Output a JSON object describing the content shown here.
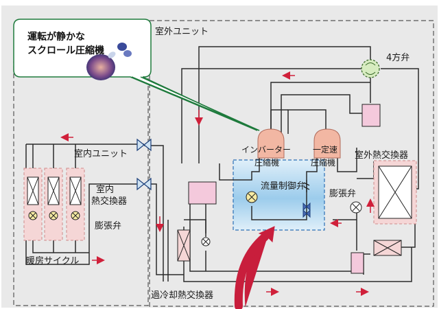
{
  "labels": {
    "callout_line1": "運転が静かな",
    "callout_line2": "スクロール圧縮機",
    "outdoor_unit": "室外ユニット",
    "four_way_valve": "4方弁",
    "indoor_unit": "室内ユニット",
    "indoor_hx_line1": "室内",
    "indoor_hx_line2": "熱交換器",
    "indoor_expansion_valve": "膨張弁",
    "heating_cycle": "暖房サイクル",
    "inverter_comp_line1": "インバーター",
    "inverter_comp_line2": "圧縮機",
    "fixed_comp_line1": "一定速",
    "fixed_comp_line2": "圧縮機",
    "flow_control_valve": "流量制御弁",
    "outdoor_hx": "室外熱交換器",
    "outdoor_expansion_valve": "膨張弁",
    "subcool_hx": "過冷却熱交換器"
  },
  "colors": {
    "background": "#e9e9e9",
    "callout_fill": "#ffffff",
    "callout_border": "#1e7a3c",
    "pipe": "#2a2a2a",
    "dashed_boundary": "#555555",
    "compressor_fill": "#f2b7a3",
    "component_pink": "#f4c9dc",
    "indoor_hx_fill": "#f5d6d6",
    "highlight_blue": "#b9dcf2",
    "highlight_border": "#2a6fb5",
    "flow_arrow": "#d0203a",
    "valve_yellow": "#f7eba3",
    "four_way_fill": "#d7ecc0",
    "big_arrow": "#c81e3c"
  },
  "icons": {
    "compressor_photo": "scroll-compressor-icon",
    "four_way_valve": "four-way-valve-icon",
    "check_valve": "check-valve-icon",
    "expansion_valve": "expansion-valve-icon",
    "service_valve": "service-valve-icon"
  }
}
